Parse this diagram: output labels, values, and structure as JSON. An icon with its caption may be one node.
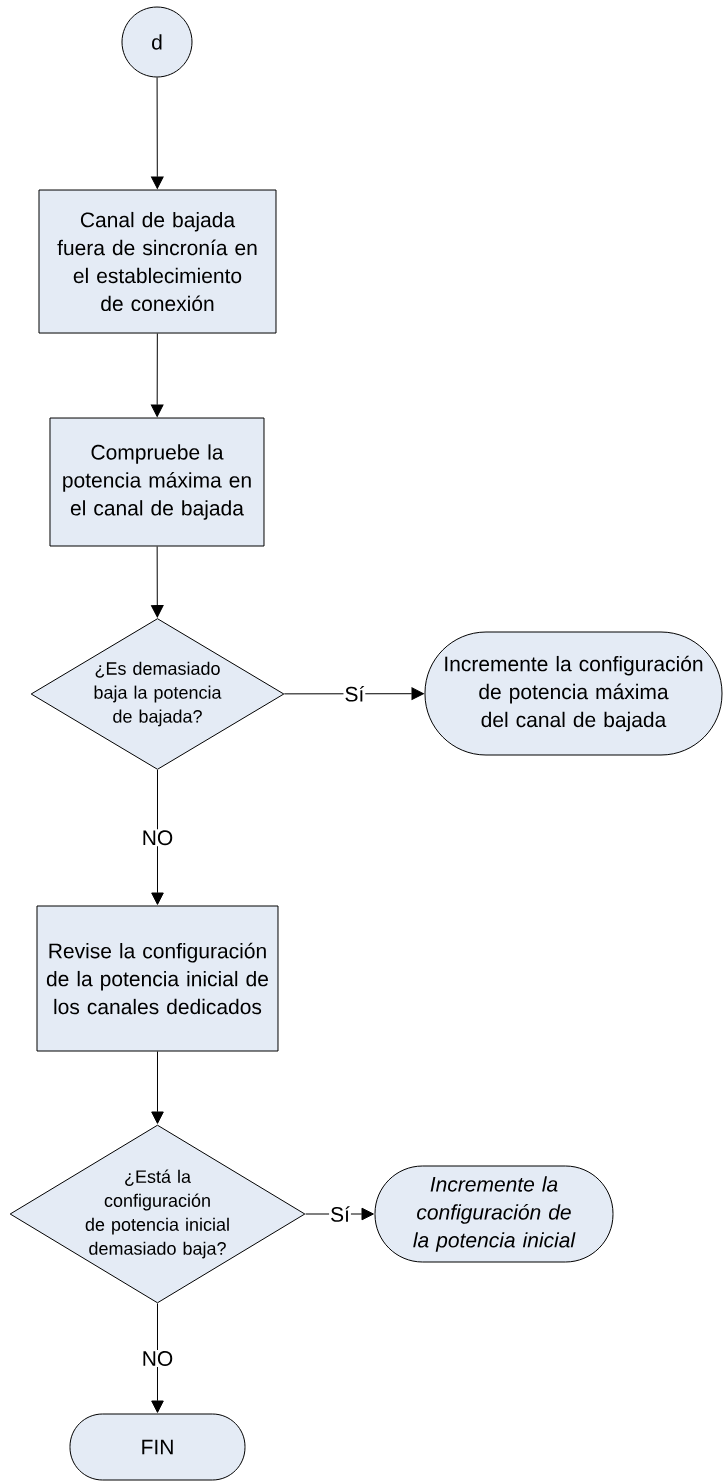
{
  "diagram": {
    "nodes": [
      {
        "text": [
          "d"
        ]
      },
      {
        "text": [
          "Canal de bajada fuera de sincronía en el establecimiento de conexión"
        ]
      },
      {
        "text": [
          "Compruebe la potencia máxima en el canal de bajada"
        ]
      },
      {
        "text": [
          "¿Es demasiado baja la potencia de bajada?"
        ]
      },
      {
        "text": [
          "Incremente la configuración de potencia máxima del canal de bajada"
        ]
      },
      {
        "text": [
          "Revise la configuración de la potencia inicial de los canales dedicados"
        ]
      },
      {
        "text": [
          "¿Está la configuración de potencia inicial demasiado baja?"
        ]
      },
      {
        "text": [
          "Incremente la configuración de la potencia inicial"
        ]
      },
      {
        "text": [
          "FIN"
        ]
      }
    ],
    "edges": [
      {
        "from": 0,
        "to": 1,
        "arrow": "to"
      },
      {
        "from": 1,
        "to": 2,
        "arrow": "to"
      },
      {
        "from": 2,
        "to": 3,
        "arrow": "to"
      },
      {
        "from": 3,
        "to": 4,
        "arrow": "to",
        "label": "Sí"
      },
      {
        "from": 3,
        "to": 5,
        "arrow": "to",
        "label": "NO"
      },
      {
        "from": 5,
        "to": 6,
        "arrow": "to"
      },
      {
        "from": 6,
        "to": 7,
        "arrow": "to",
        "label": "Sí"
      },
      {
        "from": 6,
        "to": 8,
        "arrow": "to",
        "label": "NO"
      }
    ]
  }
}
